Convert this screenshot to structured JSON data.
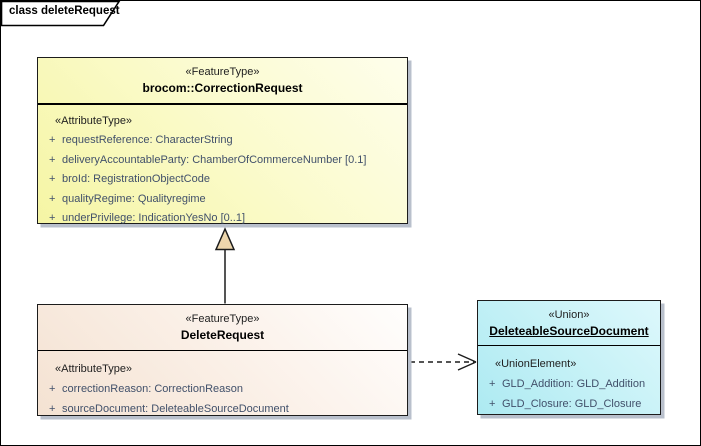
{
  "frame": {
    "label": "class deleteRequest"
  },
  "classes": {
    "correction_request": {
      "stereotype": "«FeatureType»",
      "name": "brocom::CorrectionRequest",
      "compartment_stereotype": "«AttributeType»",
      "attributes": [
        {
          "vis": "+",
          "text": "requestReference: CharacterString"
        },
        {
          "vis": "+",
          "text": "deliveryAccountableParty: ChamberOfCommerceNumber [0.1]"
        },
        {
          "vis": "+",
          "text": "broId: RegistrationObjectCode"
        },
        {
          "vis": "+",
          "text": "qualityRegime: Qualityregime"
        },
        {
          "vis": "+",
          "text": "underPrivilege: IndicationYesNo [0..1]"
        }
      ]
    },
    "delete_request": {
      "stereotype": "«FeatureType»",
      "name": "DeleteRequest",
      "compartment_stereotype": "«AttributeType»",
      "attributes": [
        {
          "vis": "+",
          "text": "correctionReason: CorrectionReason"
        },
        {
          "vis": "+",
          "text": "sourceDocument: DeleteableSourceDocument"
        }
      ]
    },
    "deleteable_source_document": {
      "stereotype": "«Union»",
      "name": "DeleteableSourceDocument",
      "compartment_stereotype": "«UnionElement»",
      "attributes": [
        {
          "vis": "+",
          "text": "GLD_Addition: GLD_Addition"
        },
        {
          "vis": "+",
          "text": "GLD_Closure: GLD_Closure"
        }
      ]
    }
  },
  "connectors": [
    {
      "type": "generalization",
      "from": "DeleteRequest",
      "to": "brocom::CorrectionRequest"
    },
    {
      "type": "dependency",
      "from": "DeleteRequest",
      "to": "DeleteableSourceDocument"
    }
  ],
  "colors": {
    "feature_box_fill_top": "#FEFEEC",
    "feature_box_fill_bottom": "#F5F5A4",
    "delete_box_fill_top": "#FFFEFD",
    "delete_box_fill_bottom": "#F4E2D2",
    "union_box_fill_top": "#DDF8FC",
    "union_box_fill_bottom": "#ADEAF2",
    "attr_text": "#41506A",
    "stereo_text": "#1F1F1F",
    "shadow": "#B9C0CC",
    "generalization_arrowhead_fill": "#EDD6AC"
  }
}
